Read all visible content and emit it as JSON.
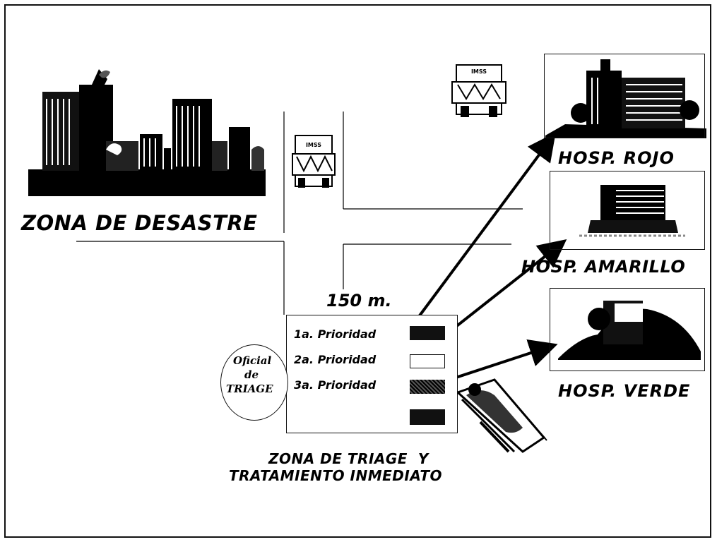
{
  "labels": {
    "zona_desastre": "ZONA DE DESASTRE",
    "hosp_rojo": "HOSP. ROJO",
    "hosp_amarillo": "HOSP. AMARILLO",
    "hosp_verde": "HOSP. VERDE",
    "distancia": "150 m.",
    "prioridad_1": "1a. Prioridad",
    "prioridad_2": "2a. Prioridad",
    "prioridad_3": "3a. Prioridad",
    "oficial_1": "Oficial",
    "oficial_2": "de",
    "oficial_3": "TRIAGE",
    "zona_triage_1": "ZONA DE TRIAGE  Y",
    "zona_triage_2": "TRATAMIENTO INMEDIATO",
    "ambulance_marking": "IMSS"
  },
  "colors": {
    "ink": "#000000",
    "background": "#ffffff"
  }
}
